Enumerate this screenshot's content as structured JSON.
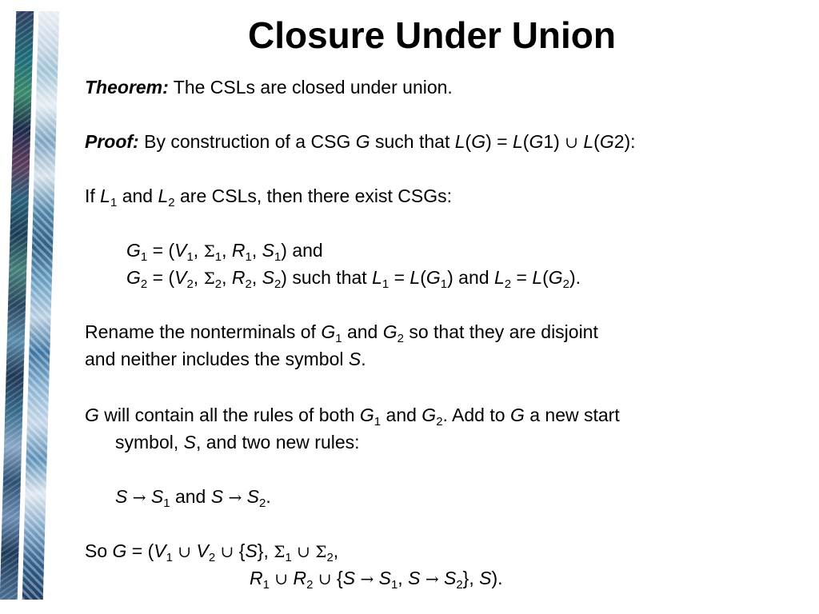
{
  "slide": {
    "title": "Closure Under Union",
    "theorem": {
      "label": "Theorem:",
      "text": " The CSLs are closed under union."
    },
    "proof": {
      "label": "Proof:",
      "text_a": " By construction of a CSG ",
      "G": "G",
      "text_b": " such that ",
      "L": "L",
      "op1": "(",
      "cl1": ") = ",
      "G1": "G",
      "one": "1",
      "cl2": ") ",
      "union": "∪",
      "G2": "G",
      "two": "2",
      "end": "):"
    },
    "if_line": {
      "a": "If ",
      "L": "L",
      "s1": "1",
      "and": " and ",
      "s2": "2",
      "rest": " are CSLs, then there exist CSGs:"
    },
    "g1_line": {
      "G": "G",
      "sub": "1",
      "eq": " = (",
      "V": "V",
      "sigma": "Σ",
      "R": "R",
      "S": "S",
      "comma": ", ",
      "tail": ") and"
    },
    "g2_line": {
      "G": "G",
      "sub": "2",
      "eq": " = (",
      "V": "V",
      "sigma": "Σ",
      "R": "R",
      "S": "S",
      "comma": ", ",
      "such": ") such that ",
      "L": "L",
      "sub1": "1",
      "eqL": " = ",
      "open": "(",
      "andp": ") and ",
      "end": ")."
    },
    "rename": {
      "line1_a": "Rename the nonterminals of ",
      "G": "G",
      "s1": "1",
      "and": " and ",
      "s2": "2",
      "line1_b": " so that they are disjoint",
      "line2_a": "and neither includes the symbol ",
      "S": "S",
      "period": "."
    },
    "contain": {
      "G": "G",
      "a": " will contain all the rules of both ",
      "s1": "1",
      "and": " and ",
      "s2": "2",
      "b": ".  Add to ",
      "c": " a new start",
      "line2_a": "symbol, ",
      "S": "S",
      "line2_b": ", and two new rules:"
    },
    "rules": {
      "S": "S",
      "arrow": "→",
      "s1": "1",
      "and": " and ",
      "s2": "2",
      "period": "."
    },
    "so": {
      "a": "So ",
      "G": "G",
      "eq": " = (",
      "V": "V",
      "s1": "1",
      "union": "∪",
      "s2": "2",
      "brace_open": "{",
      "S": "S",
      "brace_close": "}",
      "comma": ", ",
      "sigma": "Σ",
      "R": "R",
      "arrow": "→",
      "end": ")."
    }
  }
}
